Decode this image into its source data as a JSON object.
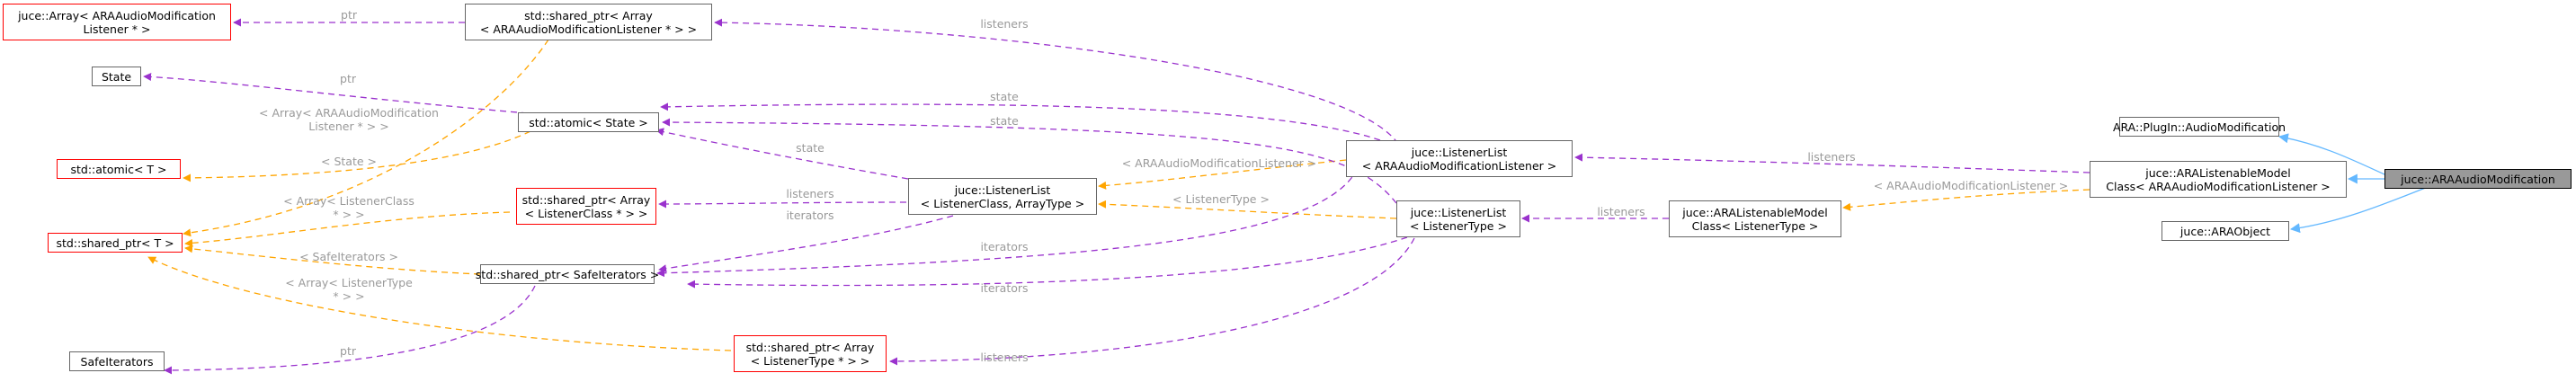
{
  "nodes": {
    "array_amod_listener": [
      "juce::Array< ARAAudioModification",
      "Listener * >"
    ],
    "sp_array_amod_listener": [
      "std::shared_ptr< Array",
      "< ARAAudioModificationListener * > >"
    ],
    "state": [
      "State"
    ],
    "atomic_state": [
      "std::atomic< State >"
    ],
    "atomic_t": [
      "std::atomic< T >"
    ],
    "shared_ptr_t": [
      "std::shared_ptr< T >"
    ],
    "sp_array_listenerclass": [
      "std::shared_ptr< Array",
      "< ListenerClass * > >"
    ],
    "sp_safeiterators": [
      "std::shared_ptr< SafeIterators >"
    ],
    "safeiterators": [
      "SafeIterators"
    ],
    "sp_array_listenertype": [
      "std::shared_ptr< Array",
      "< ListenerType * > >"
    ],
    "listenerlist_class": [
      "juce::ListenerList",
      "< ListenerClass, ArrayType >"
    ],
    "listenerlist_amod": [
      "juce::ListenerList",
      "< ARAAudioModificationListener >"
    ],
    "listenerlist_type": [
      "juce::ListenerList",
      "< ListenerType >"
    ],
    "ara_listenable_model_type": [
      "juce::ARAListenableModel",
      "Class< ListenerType >"
    ],
    "ara_plugin_amod": [
      "ARA::PlugIn::AudioModification"
    ],
    "ara_listenable_model_amod": [
      "juce::ARAListenableModel",
      "Class< ARAAudioModificationListener >"
    ],
    "ara_object": [
      "juce::ARAObject"
    ],
    "juce_ara_amod": [
      "juce::ARAAudioModification"
    ]
  },
  "edge_labels": {
    "ptr_1": "ptr",
    "listeners_1": "listeners",
    "ptr_2": "ptr",
    "state_1": "state",
    "state_2": "state",
    "tmpl_array_amod": [
      "< Array< ARAAudioModification",
      "Listener * > >"
    ],
    "tmpl_state": "< State >",
    "state_3": "state",
    "tmpl_amod_listener_1": "< ARAAudioModificationListener >",
    "listeners_2": "listeners",
    "tmpl_array_listenerclass": [
      "< Array< ListenerClass",
      "* > >"
    ],
    "listeners_3": "listeners",
    "iterators_1": "iterators",
    "tmpl_listenertype_1": "< ListenerType >",
    "tmpl_safeiterators": "< SafeIterators >",
    "iterators_2": "iterators",
    "tmpl_array_listenertype": [
      "< Array< ListenerType",
      "* > >"
    ],
    "iterators_3": "iterators",
    "listeners_4": "listeners",
    "tmpl_amod_listener_2": "< ARAAudioModificationListener >",
    "ptr_3": "ptr",
    "listeners_5": "listeners"
  },
  "colors": {
    "member_edge": "#9a32cd",
    "template_edge": "#ffa500",
    "inheritance_edge": "#63b8ff",
    "edge_label": "#9a9a9a",
    "node_border": "#666666",
    "undocumented_border": "#ff0000",
    "highlight_fill": "#999999"
  }
}
